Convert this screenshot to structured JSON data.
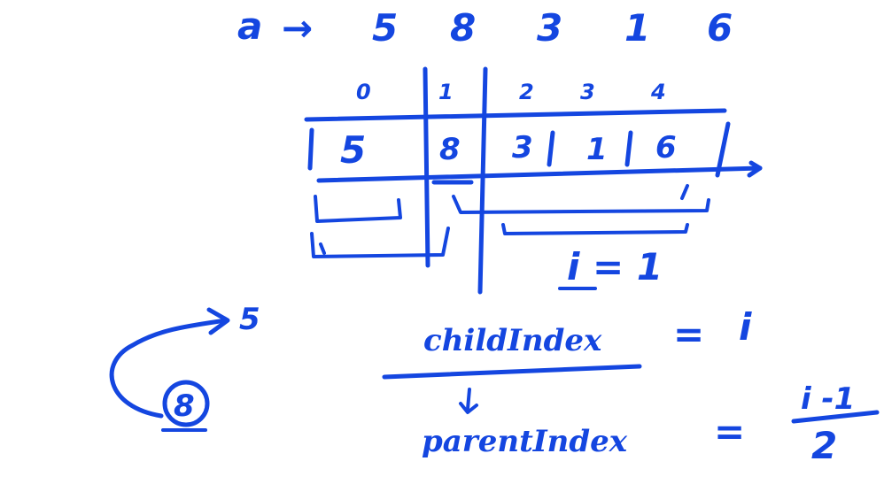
{
  "array_line": {
    "var": "a",
    "arrow": "→",
    "values": [
      "5",
      "8",
      "3",
      "1",
      "6"
    ]
  },
  "indices": [
    "0",
    "1",
    "2",
    "3",
    "4"
  ],
  "cells": [
    "5",
    "8",
    "3",
    "1",
    "6"
  ],
  "i_label": "i = 1",
  "left_demo": {
    "top": "5",
    "circled": "8"
  },
  "formula": {
    "child": "childIndex",
    "eq1": "=",
    "i": "i",
    "parent": "parentIndex",
    "eq2": "=",
    "numerator": "i -1",
    "denominator": "2"
  },
  "colors": {
    "ink": "#1446e0"
  }
}
